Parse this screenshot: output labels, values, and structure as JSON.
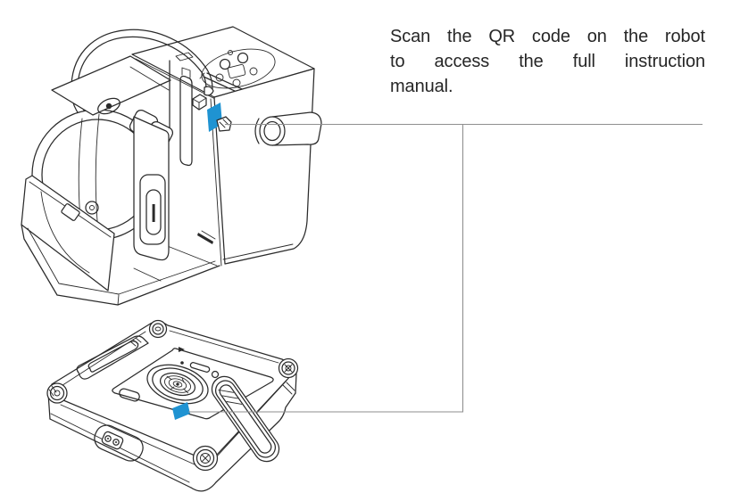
{
  "caption": {
    "text": "Scan the QR code on the robot to access the full instruction manual.",
    "lines": [
      "Scan the QR code on the robot",
      "to access the full instruction",
      "manual."
    ]
  },
  "colors": {
    "qr_marker": "#1f93d2",
    "callout_line": "#8f8f8f",
    "line_art": "#2b2b2b",
    "text": "#262626",
    "background": "#ffffff"
  }
}
